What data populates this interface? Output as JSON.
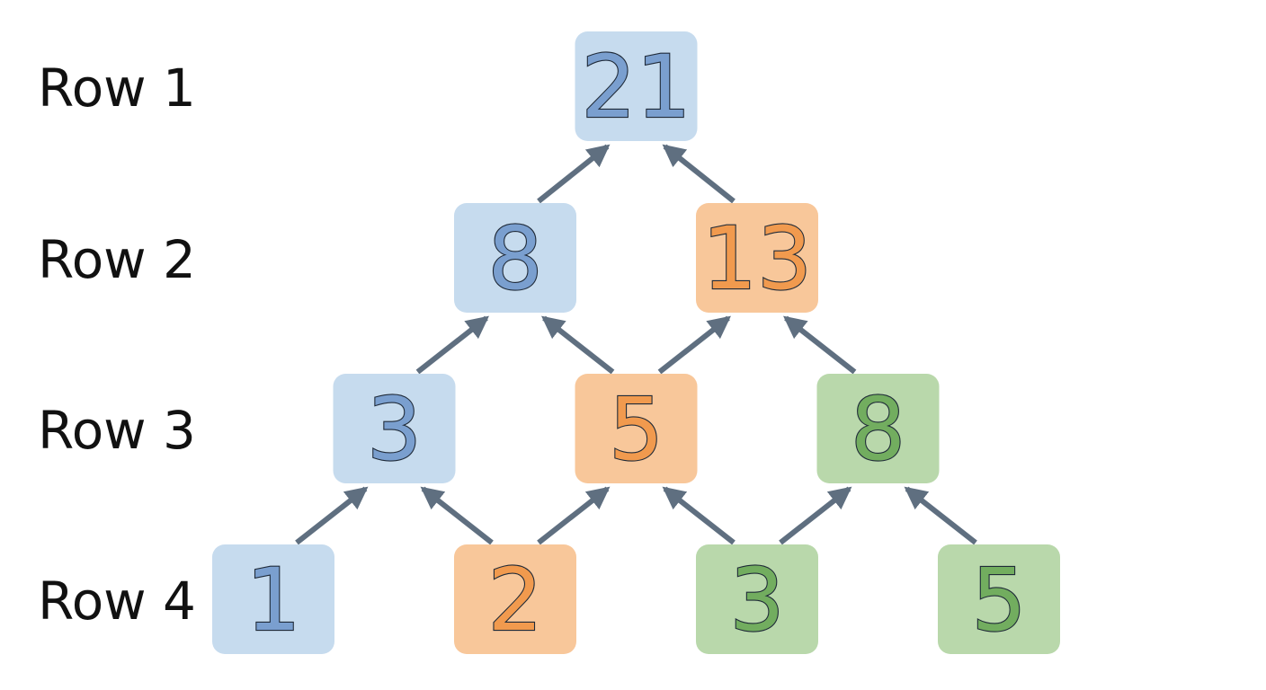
{
  "rows": [
    {
      "label": "Row 1",
      "cells": [
        {
          "value": "21",
          "color": "blue"
        }
      ]
    },
    {
      "label": "Row 2",
      "cells": [
        {
          "value": "8",
          "color": "blue"
        },
        {
          "value": "13",
          "color": "orange"
        }
      ]
    },
    {
      "label": "Row 3",
      "cells": [
        {
          "value": "3",
          "color": "blue"
        },
        {
          "value": "5",
          "color": "orange"
        },
        {
          "value": "8",
          "color": "green"
        }
      ]
    },
    {
      "label": "Row 4",
      "cells": [
        {
          "value": "1",
          "color": "blue"
        },
        {
          "value": "2",
          "color": "orange"
        },
        {
          "value": "3",
          "color": "green"
        },
        {
          "value": "5",
          "color": "green"
        }
      ]
    }
  ],
  "connections": [
    {
      "from": [
        1,
        0
      ],
      "to": [
        0,
        0
      ]
    },
    {
      "from": [
        1,
        1
      ],
      "to": [
        0,
        0
      ]
    },
    {
      "from": [
        2,
        0
      ],
      "to": [
        1,
        0
      ]
    },
    {
      "from": [
        2,
        1
      ],
      "to": [
        1,
        0
      ]
    },
    {
      "from": [
        2,
        1
      ],
      "to": [
        1,
        1
      ]
    },
    {
      "from": [
        2,
        2
      ],
      "to": [
        1,
        1
      ]
    },
    {
      "from": [
        3,
        0
      ],
      "to": [
        2,
        0
      ]
    },
    {
      "from": [
        3,
        1
      ],
      "to": [
        2,
        0
      ]
    },
    {
      "from": [
        3,
        1
      ],
      "to": [
        2,
        1
      ]
    },
    {
      "from": [
        3,
        2
      ],
      "to": [
        2,
        1
      ]
    },
    {
      "from": [
        3,
        2
      ],
      "to": [
        2,
        2
      ]
    },
    {
      "from": [
        3,
        3
      ],
      "to": [
        2,
        2
      ]
    }
  ],
  "palette": {
    "blue": {
      "fill": "#c6dbee",
      "text": "#7a9fcf"
    },
    "orange": {
      "fill": "#f8c79a",
      "text": "#f19a4e"
    },
    "green": {
      "fill": "#b9d8ab",
      "text": "#72ad5f"
    },
    "arrow": "#5f6f80"
  }
}
